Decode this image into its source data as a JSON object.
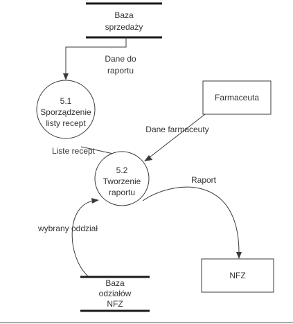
{
  "data_stores": {
    "sales": [
      "Baza",
      "sprzedaży"
    ],
    "branches": [
      "Baza",
      "odziałów",
      "NFZ"
    ]
  },
  "processes": {
    "p51": [
      "5.1",
      "Sporządzenie",
      "listy recept"
    ],
    "p52": [
      "5.2",
      "Tworzenie",
      "raportu"
    ]
  },
  "entities": {
    "pharmacist": "Farmaceuta",
    "nfz": "NFZ"
  },
  "flows": {
    "report_data": [
      "Dane do",
      "raportu"
    ],
    "pharmacist_data": "Dane farmaceuty",
    "prescription_list": "Liste recept",
    "report": "Raport",
    "selected_branch": "wybrany oddział"
  }
}
